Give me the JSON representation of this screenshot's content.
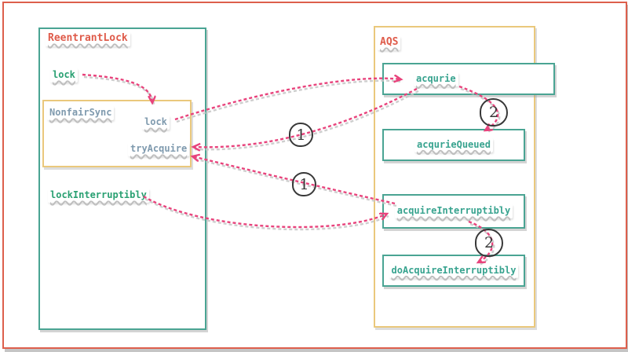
{
  "reentrant_lock": {
    "title": "ReentrantLock",
    "lock_label": "lock",
    "lock_interruptibly_label": "lockInterruptibly",
    "nonfair_sync": {
      "title": "NonfairSync",
      "lock_label": "lock",
      "try_acquire_label": "tryAcquire"
    }
  },
  "aqs": {
    "title": "AQS",
    "methods": [
      {
        "label": "acqurie"
      },
      {
        "label": "acqurieQueued"
      },
      {
        "label": "acquireInterruptibly"
      },
      {
        "label": "doAcquireInterruptibly"
      }
    ]
  },
  "markers": [
    {
      "label": "1"
    },
    {
      "label": "1"
    },
    {
      "label": "2"
    },
    {
      "label": "2"
    }
  ],
  "colors": {
    "frame": "#dd5f4c",
    "teal_border": "#4aa493",
    "tan_border": "#eac87c",
    "title_red": "#df5b4a",
    "method_green": "#29a072",
    "gray_blue": "#7f9aae",
    "teal_text": "#38a38f",
    "arrow_pink": "#e8437c",
    "marker_dark": "#383838"
  }
}
